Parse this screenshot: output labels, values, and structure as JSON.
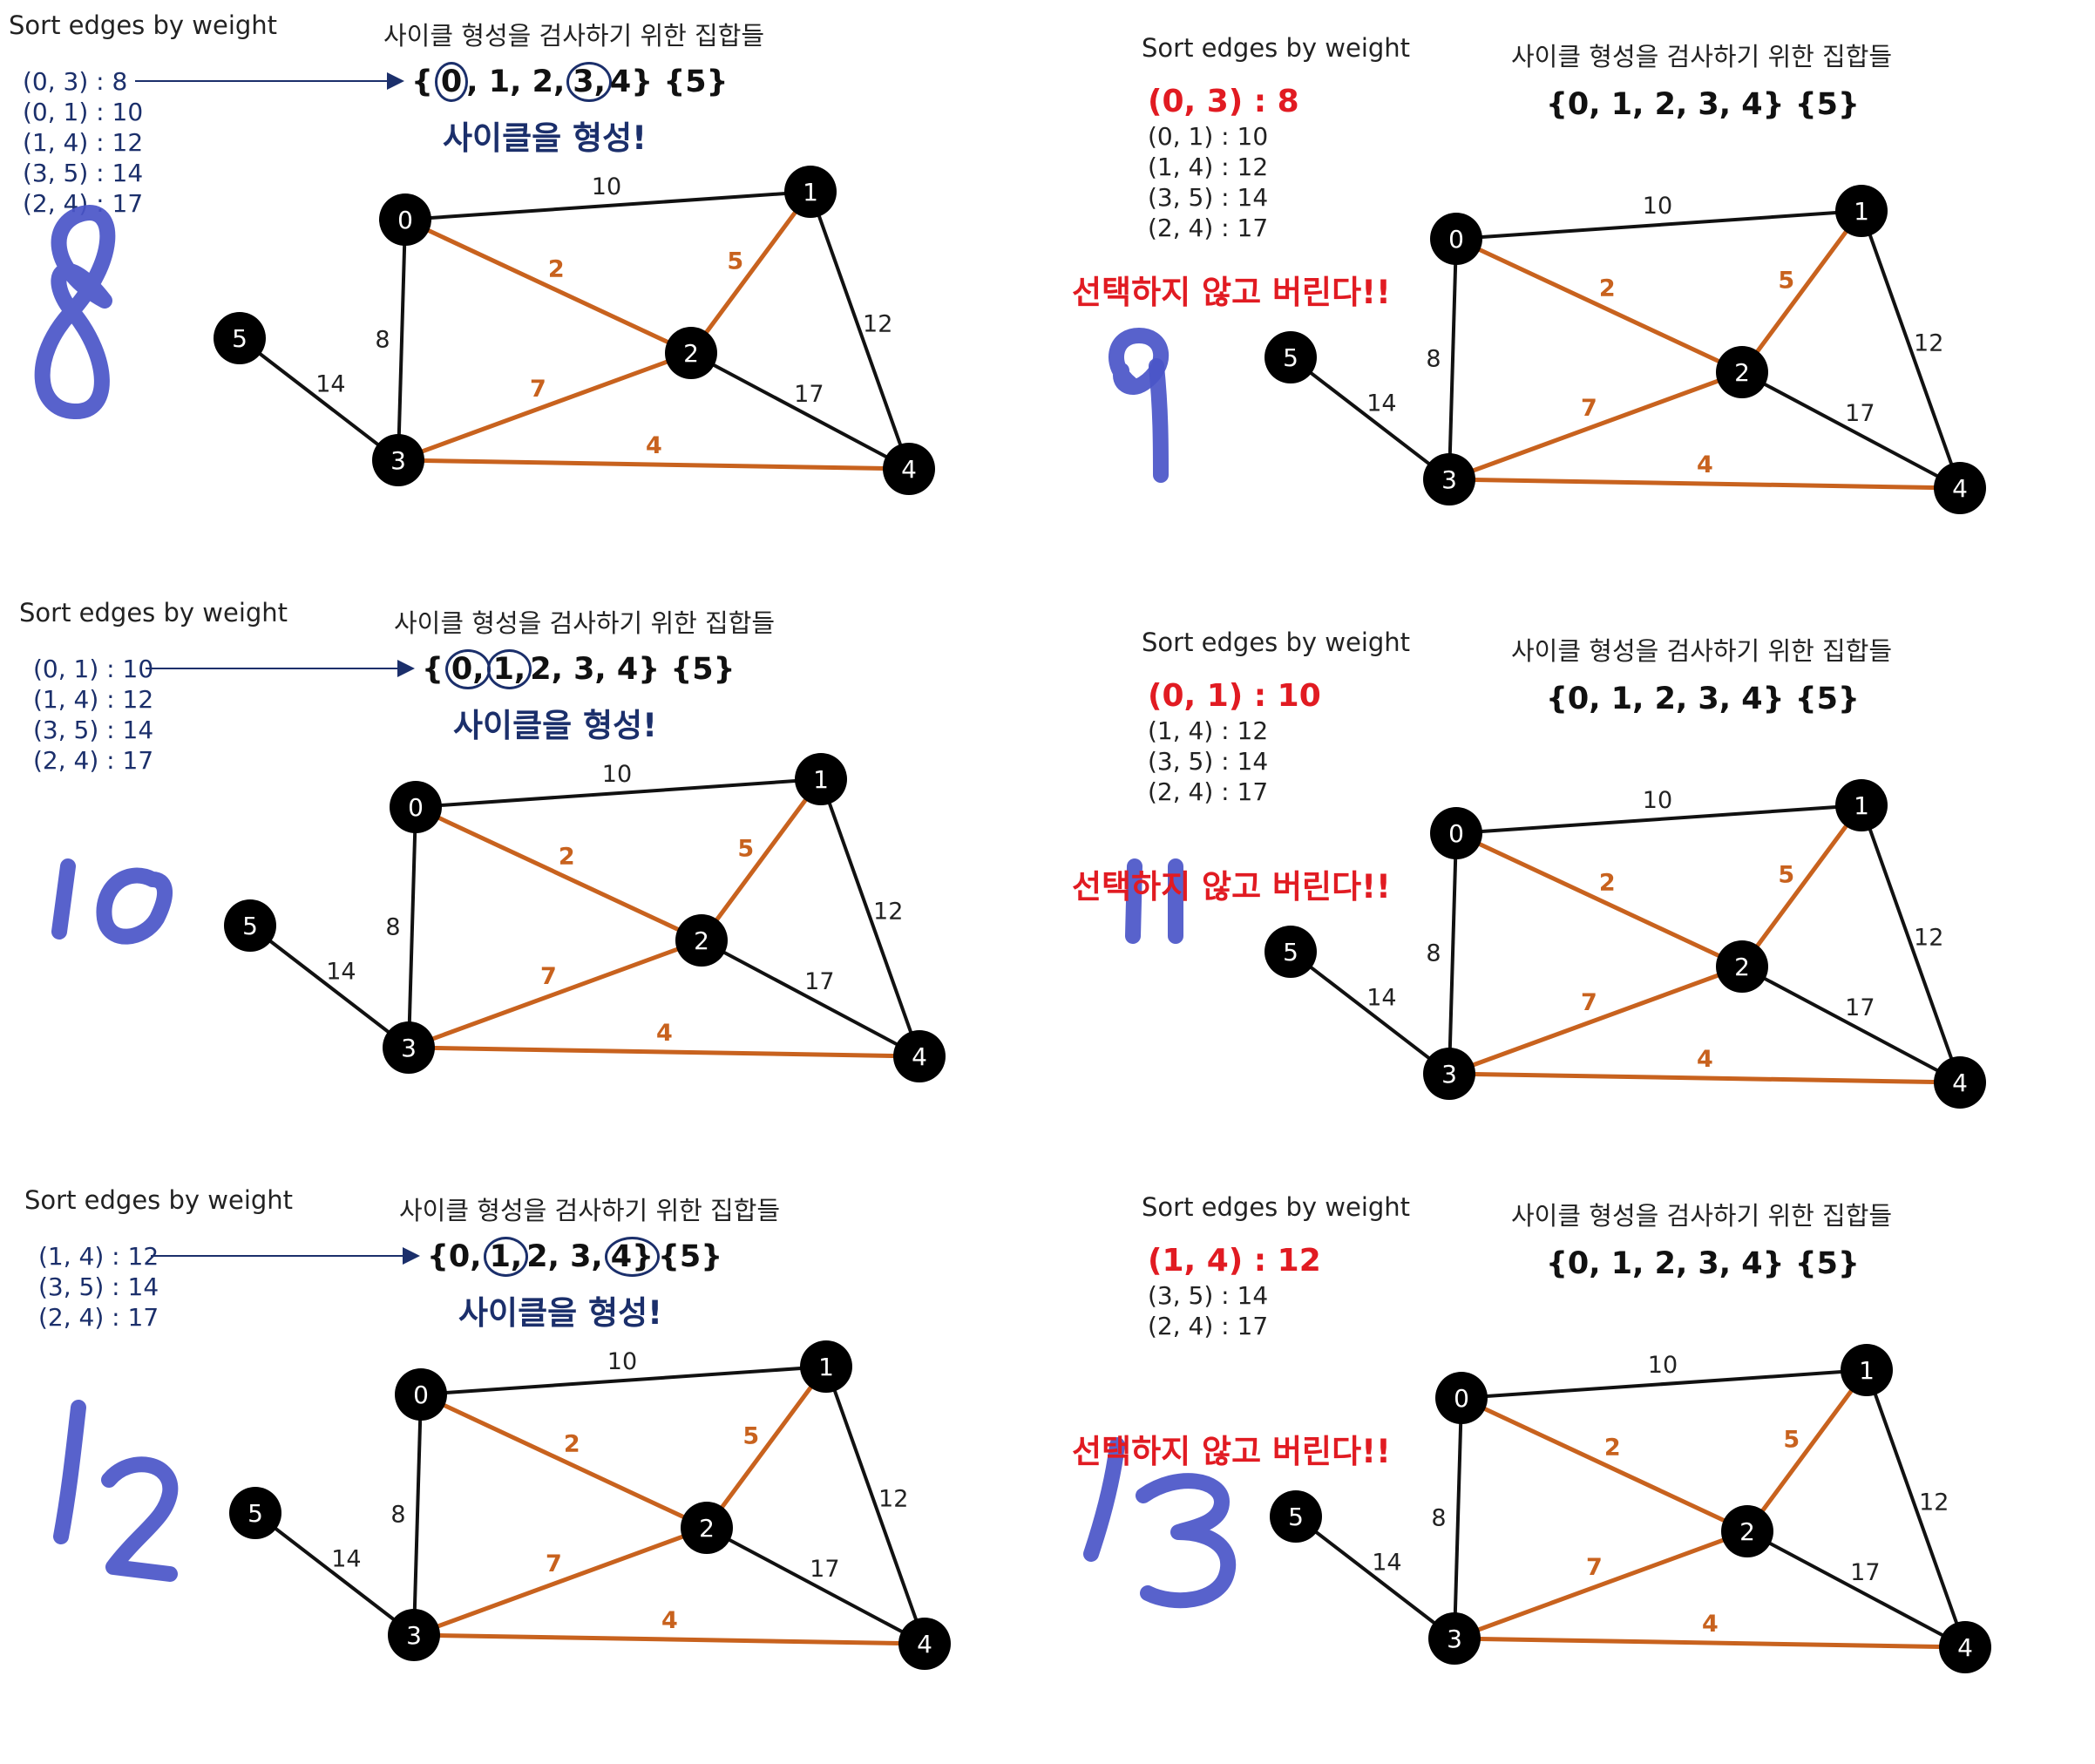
{
  "sort_title": "Sort edges by weight",
  "cycle_title": "사이클 형성을 검사하기 위한 집합들",
  "graph": {
    "nodes": [
      "0",
      "1",
      "2",
      "3",
      "4",
      "5"
    ],
    "edges": [
      {
        "from": "0",
        "to": "1",
        "label": "10",
        "selected": false
      },
      {
        "from": "0",
        "to": "2",
        "label": "2",
        "selected": true
      },
      {
        "from": "1",
        "to": "2",
        "label": "5",
        "selected": true
      },
      {
        "from": "1",
        "to": "4",
        "label": "12",
        "selected": false
      },
      {
        "from": "0",
        "to": "3",
        "label": "8",
        "selected": false
      },
      {
        "from": "5",
        "to": "3",
        "label": "14",
        "selected": false
      },
      {
        "from": "3",
        "to": "2",
        "label": "7",
        "selected": true
      },
      {
        "from": "2",
        "to": "4",
        "label": "17",
        "selected": false
      },
      {
        "from": "3",
        "to": "4",
        "label": "4",
        "selected": true
      }
    ]
  },
  "colors": {
    "selected_edge": "#c8621e",
    "normal_edge": "#111111",
    "node_fill": "#000000",
    "node_text": "#ffffff",
    "handwriting": "#4a55c8",
    "highlight_red": "#e11b22",
    "navy": "#1b2f6b"
  },
  "panels": [
    {
      "id": "p8",
      "style": "check",
      "edges": [
        "(0, 3) : 8",
        "(0, 1) : 10",
        "(1, 4) : 12",
        "(3, 5) : 14",
        "(2, 4) : 17"
      ],
      "sets": [
        {
          "t": "{",
          "c": false
        },
        {
          "t": "0",
          "c": true
        },
        {
          "t": ", 1, 2,",
          "c": false
        },
        {
          "t": "3,",
          "c": true
        },
        {
          "t": "4} {5}",
          "c": false
        }
      ],
      "message": "사이클을 형성!",
      "handwritten": "8"
    },
    {
      "id": "p9",
      "style": "reject",
      "edges": [
        "(0, 3) : 8",
        "(0, 1) : 10",
        "(1, 4) : 12",
        "(3, 5) : 14",
        "(2, 4) : 17"
      ],
      "sets": [
        {
          "t": "{0, 1, 2, 3, 4} {5}",
          "c": false
        }
      ],
      "message": "선택하지 않고 버린다!!",
      "handwritten": "9"
    },
    {
      "id": "p10",
      "style": "check",
      "edges": [
        "(0, 1) : 10",
        "(1, 4) : 12",
        "(3, 5) : 14",
        "(2, 4) : 17"
      ],
      "sets": [
        {
          "t": "{",
          "c": false
        },
        {
          "t": "0,",
          "c": true
        },
        {
          "t": "1,",
          "c": true
        },
        {
          "t": "2, 3, 4} {5}",
          "c": false
        }
      ],
      "message": "사이클을 형성!",
      "handwritten": "10"
    },
    {
      "id": "p11",
      "style": "reject",
      "edges": [
        "(0, 1) : 10",
        "(1, 4) : 12",
        "(3, 5) : 14",
        "(2, 4) : 17"
      ],
      "sets": [
        {
          "t": "{0, 1, 2, 3, 4} {5}",
          "c": false
        }
      ],
      "message": "선택하지 않고 버린다!!",
      "handwritten": "11"
    },
    {
      "id": "p12",
      "style": "check",
      "edges": [
        "(1, 4) : 12",
        "(3, 5) : 14",
        "(2, 4) : 17"
      ],
      "sets": [
        {
          "t": "{0,",
          "c": false
        },
        {
          "t": "1,",
          "c": true
        },
        {
          "t": "2, 3,",
          "c": false
        },
        {
          "t": "4}",
          "c": true
        },
        {
          "t": "{5}",
          "c": false
        }
      ],
      "message": "사이클을 형성!",
      "handwritten": "12"
    },
    {
      "id": "p13",
      "style": "reject",
      "edges": [
        "(1, 4) : 12",
        "(3, 5) : 14",
        "(2, 4) : 17"
      ],
      "sets": [
        {
          "t": "{0, 1, 2, 3, 4} {5}",
          "c": false
        }
      ],
      "message": "선택하지 않고 버린다!!",
      "handwritten": "13"
    }
  ]
}
